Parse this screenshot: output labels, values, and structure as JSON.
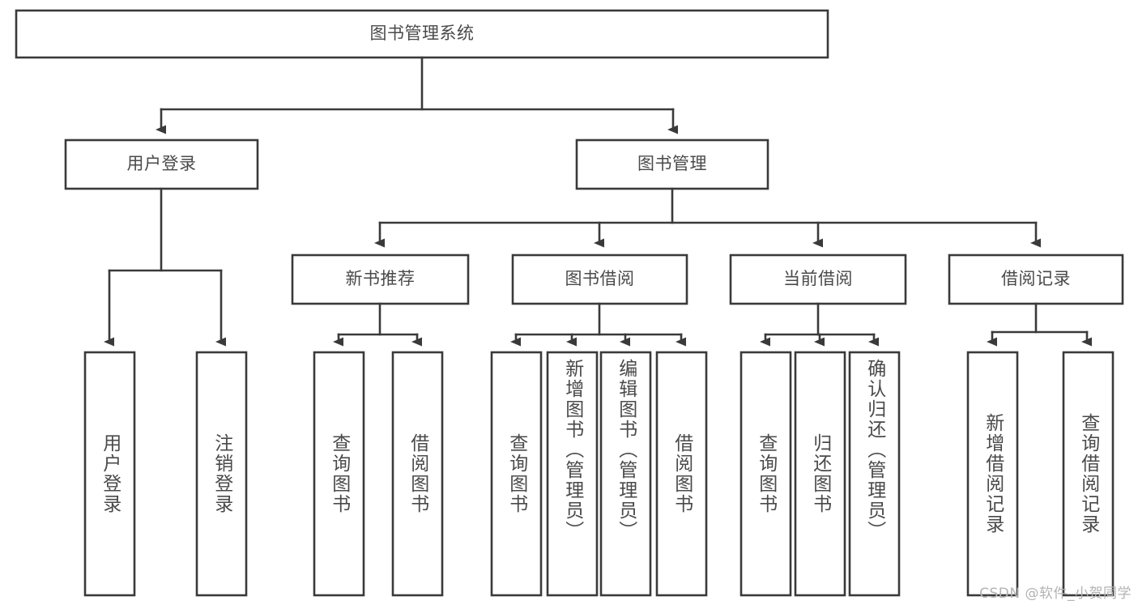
{
  "diagram": {
    "type": "tree-hierarchy",
    "title": "图书管理系统",
    "watermark": "CSDN @软件_小贺同学",
    "colors": {
      "stroke": "#3a3a3a",
      "box_fill": "#ffffff",
      "text": "#4a4a4a",
      "watermark": "#b3b3b3",
      "background": "#ffffff"
    },
    "levels": {
      "root": {
        "label": "图书管理系统"
      },
      "level2": [
        {
          "label": "用户登录"
        },
        {
          "label": "图书管理"
        }
      ],
      "level3": [
        {
          "label": "新书推荐"
        },
        {
          "label": "图书借阅"
        },
        {
          "label": "当前借阅"
        },
        {
          "label": "借阅记录"
        }
      ],
      "leaves": [
        {
          "label": "用户登录",
          "parent": "用户登录"
        },
        {
          "label": "注销登录",
          "parent": "用户登录"
        },
        {
          "label": "查询图书",
          "parent": "新书推荐"
        },
        {
          "label": "借阅图书",
          "parent": "新书推荐"
        },
        {
          "label": "查询图书",
          "parent": "图书借阅"
        },
        {
          "label": "新增图书（管理员）",
          "parent": "图书借阅"
        },
        {
          "label": "编辑图书（管理员）",
          "parent": "图书借阅"
        },
        {
          "label": "借阅图书",
          "parent": "图书借阅"
        },
        {
          "label": "查询图书",
          "parent": "当前借阅"
        },
        {
          "label": "归还图书",
          "parent": "当前借阅"
        },
        {
          "label": "确认归还（管理员）",
          "parent": "当前借阅"
        },
        {
          "label": "新增借阅记录",
          "parent": "借阅记录"
        },
        {
          "label": "查询借阅记录",
          "parent": "借阅记录"
        }
      ]
    }
  }
}
